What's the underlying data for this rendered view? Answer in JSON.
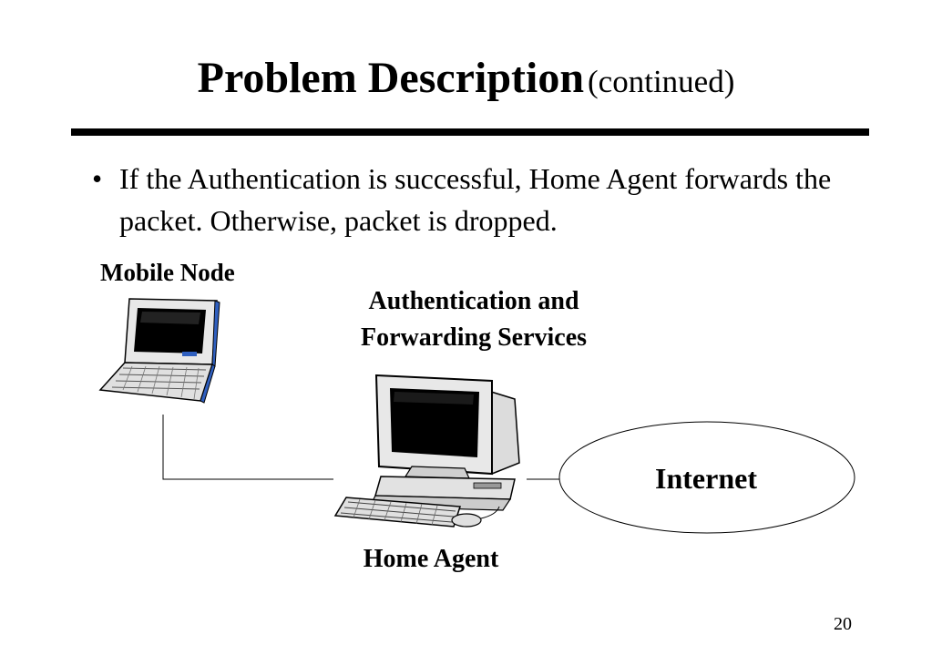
{
  "slide": {
    "title": "Problem Description",
    "title_suffix": "(continued)",
    "bullet": "If the Authentication is successful, Home Agent forwards the packet. Otherwise, packet is dropped.",
    "page_number": "20"
  },
  "diagram": {
    "mobile_node_label": "Mobile Node",
    "service_label_line1": "Authentication and",
    "service_label_line2": "Forwarding Services",
    "home_agent_label": "Home Agent",
    "internet_label": "Internet"
  },
  "colors": {
    "text": "#000000",
    "rule": "#000000",
    "laptop_trim": "#2f5fbf",
    "device_body": "#e6e6e6",
    "screen": "#000000"
  }
}
